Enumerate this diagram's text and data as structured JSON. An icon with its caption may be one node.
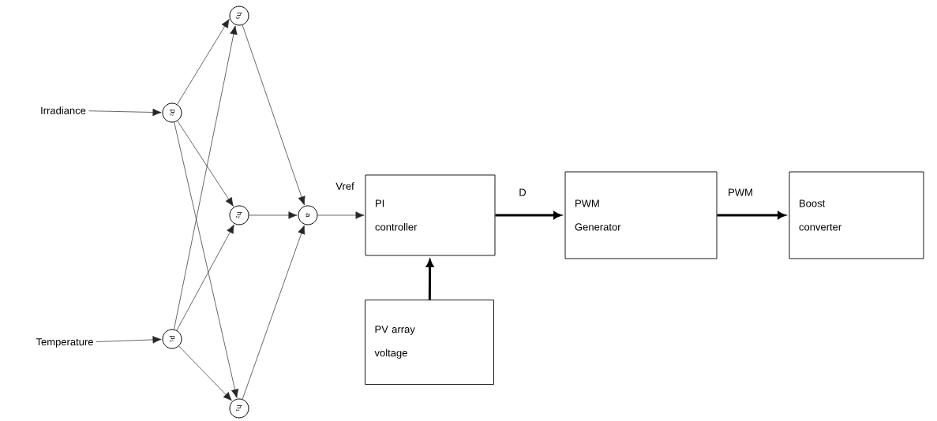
{
  "diagram": {
    "nodes": [
      {
        "text": [
          "Irradiance"
        ]
      },
      {
        "text": [
          "Temperature"
        ]
      },
      {
        "text": [
          "p$_{2}$"
        ]
      },
      {
        "text": [
          "p$_{1}$"
        ]
      },
      {
        "text": [
          "h$_{3}$"
        ]
      },
      {
        "text": [
          "h$_{2}$"
        ]
      },
      {
        "text": [
          "h$_{1}$"
        ]
      },
      {
        "text": [
          "a"
        ]
      },
      {
        "text": [
          "PI controller"
        ]
      },
      {
        "text": [
          "PWM Generator"
        ]
      },
      {
        "text": [
          "Boost converter"
        ]
      },
      {
        "text": [
          "PV array voltage"
        ]
      }
    ],
    "edges": [
      {
        "from": 0,
        "to": 2,
        "arrow": "to"
      },
      {
        "from": 1,
        "to": 3,
        "arrow": "to"
      },
      {
        "from": 2,
        "to": 4,
        "arrow": "to"
      },
      {
        "from": 2,
        "to": 5,
        "arrow": "to"
      },
      {
        "from": 2,
        "to": 6,
        "arrow": "to"
      },
      {
        "from": 3,
        "to": 4,
        "arrow": "to"
      },
      {
        "from": 3,
        "to": 5,
        "arrow": "to"
      },
      {
        "from": 3,
        "to": 6,
        "arrow": "to"
      },
      {
        "from": 4,
        "to": 7,
        "arrow": "to"
      },
      {
        "from": 5,
        "to": 7,
        "arrow": "to"
      },
      {
        "from": 6,
        "to": 7,
        "arrow": "to"
      },
      {
        "from": 7,
        "to": 8,
        "arrow": "to",
        "label": "Vref"
      },
      {
        "from": 8,
        "to": 9,
        "arrow": "to",
        "label": "D",
        "style": "thick"
      },
      {
        "from": 9,
        "to": 10,
        "arrow": "to",
        "label": "PWM",
        "style": "thick"
      },
      {
        "from": 11,
        "to": 8,
        "arrow": "to",
        "style": "thick"
      }
    ]
  }
}
